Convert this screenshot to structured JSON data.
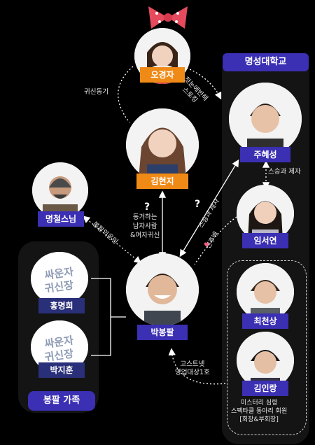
{
  "university_header": "명성대학교",
  "family_footer": "봉팔 가족",
  "characters": {
    "oh_kyungja": "오경자",
    "kim_hyunji": "김현지",
    "myungcheol": "명철스님",
    "park_bongpal": "박봉팔",
    "hong_myunghee": "홍명희",
    "park_jihoon": "박지훈",
    "joo_hyesung": "주혜성",
    "lim_seoyeon": "임서연",
    "choi_cheonsang": "최천상",
    "kim_inrang": "김인랑"
  },
  "logo_text": {
    "line1": "싸운자",
    "line2": "귀신장"
  },
  "relations": {
    "ghost_peers": "귀신동기",
    "first_love": "첫눈에반해\n스토킹",
    "bongpal_kinship": "봉팔의은인",
    "mentor": "스승과 제자",
    "fellow_seonbae": "선후배",
    "teacher_student_diag": "스승과 제자",
    "cohabit": "동거하는\n남자사람\n&여자귀신",
    "ghostnet": "고스트넷\n영업대상1호",
    "mystery_club": "미스터리 심령\n스펙타클 동아리 회원\n[회장&부회장]"
  },
  "question_marks": [
    "?",
    "?"
  ],
  "heart_glyph": "♥"
}
